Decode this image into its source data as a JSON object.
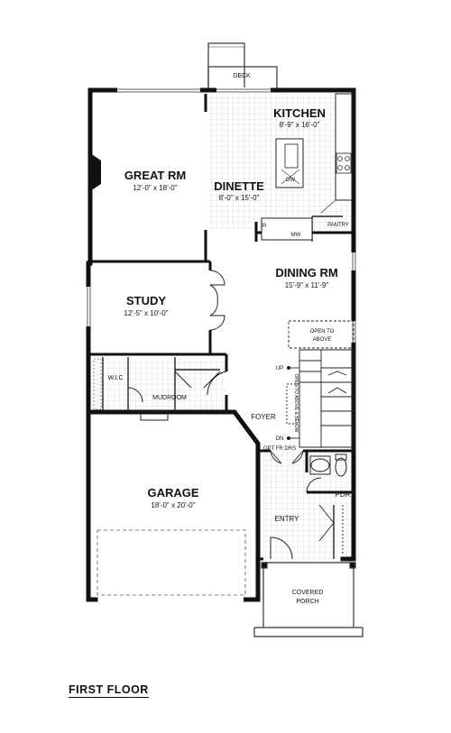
{
  "floor_title": "FIRST FLOOR",
  "rooms": {
    "deck": "DECK",
    "kitchen": {
      "name": "KITCHEN",
      "dims": "8'-9\" x 16'-0\""
    },
    "great_rm": {
      "name": "GREAT RM",
      "dims": "12'-0\" x 18'-0\""
    },
    "dinette": {
      "name": "DINETTE",
      "dims": "8'-0\" x 15'-0\""
    },
    "dining_rm": {
      "name": "DINING RM",
      "dims": "15'-9\" x 11'-9\""
    },
    "study": {
      "name": "STUDY",
      "dims": "12'-5\" x 10'-0\""
    },
    "garage": {
      "name": "GARAGE",
      "dims": "18'-0\" x 20'-0\""
    },
    "wic": "W.I.C",
    "mudroom": "MUDROOM",
    "foyer": "FOYER",
    "pdr": "PDR",
    "entry": "ENTRY",
    "pantry": "PANTRY",
    "covered_porch_1": "COVERED",
    "covered_porch_2": "PORCH"
  },
  "labels": {
    "dw": "DW",
    "mw": "MW",
    "r": "R",
    "open_above_1": "OPEN TO",
    "open_above_2": "ABOVE",
    "open_above_vert": "OPEN TO ABOVE & BELOW",
    "up": "UP",
    "dn": "DN",
    "opt_fr_drs": "OPT FR DRS"
  }
}
